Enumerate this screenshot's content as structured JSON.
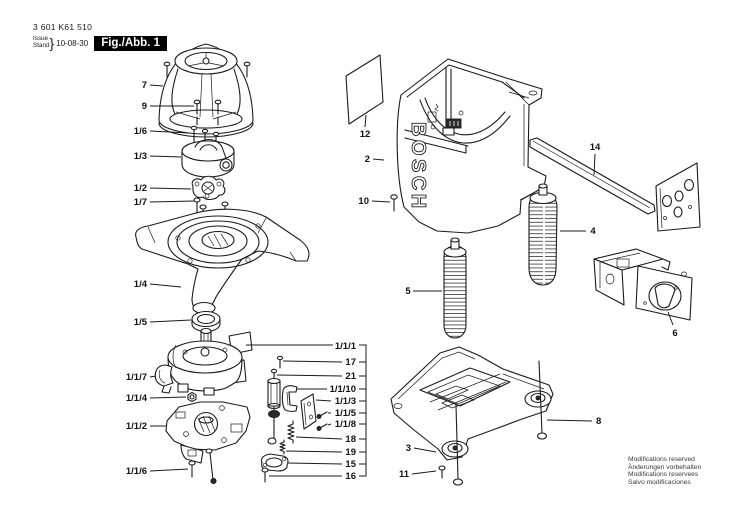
{
  "header": {
    "part_number": "3 601 K61 510",
    "issue_label": "Issue",
    "stand_label": "Stand",
    "brace": "}",
    "date": "10-08-30",
    "figure_label": "Fig./Abb. 1"
  },
  "brand": "BOSCH",
  "colors": {
    "ink": "#1b1b1b",
    "figure_box_bg": "#000000",
    "figure_box_text": "#ffffff"
  },
  "callouts": {
    "n7": "7",
    "n9": "9",
    "n1_6": "1/6",
    "n1_3": "1/3",
    "n1_2": "1/2",
    "n1_7": "1/7",
    "n1_4": "1/4",
    "n1_5": "1/5",
    "n1_1_7": "1/1/7",
    "n1_1_4": "1/1/4",
    "n1_1_2": "1/1/2",
    "n1_1_6": "1/1/6",
    "n1_1_1": "1/1/1",
    "n17": "17",
    "n21": "21",
    "n1_1_10": "1/1/10",
    "n1_1_3": "1/1/3",
    "n1_1_5": "1/1/5",
    "n1_1_8": "1/1/8",
    "n18": "18",
    "n19": "19",
    "n15": "15",
    "n16": "16",
    "n12": "12",
    "n2": "2",
    "n10": "10",
    "n14": "14",
    "n4": "4",
    "n5": "5",
    "n6": "6",
    "n8": "8",
    "n3": "3",
    "n11": "11"
  },
  "footer": {
    "lines": [
      "Modifications reserved",
      "Änderungen vorbehalten",
      "Modifications reservees",
      "Salvo modificaciones"
    ]
  }
}
